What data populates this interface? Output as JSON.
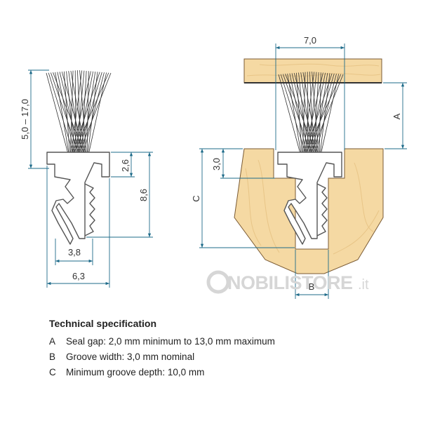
{
  "diagram": {
    "left_profile": {
      "brush_height_range": "5,0 – 17,0",
      "base_height": "2,6",
      "total_height": "8,6",
      "stem_width": "3,8",
      "base_width": "6,3"
    },
    "right_profile": {
      "top_width": "7,0",
      "seal_gap_letter": "A",
      "base_height": "3,0",
      "groove_depth_letter": "C",
      "groove_width_letter": "B"
    },
    "watermark": {
      "brand": "NOBILISTORE",
      "suffix": ".it"
    }
  },
  "spec": {
    "title": "Technical specification",
    "items": [
      {
        "key": "A",
        "text": "Seal gap: 2,0 mm minimum to 13,0 mm maximum"
      },
      {
        "key": "B",
        "text": "Groove width: 3,0 mm nominal"
      },
      {
        "key": "C",
        "text": "Minimum groove depth: 10,0 mm"
      }
    ]
  },
  "colors": {
    "dimension_line": "#1e6b8a",
    "wood": "#f5d9a3",
    "wood_edge": "#7a5a33",
    "profile_outline": "#555555",
    "bristle": "#333333"
  }
}
